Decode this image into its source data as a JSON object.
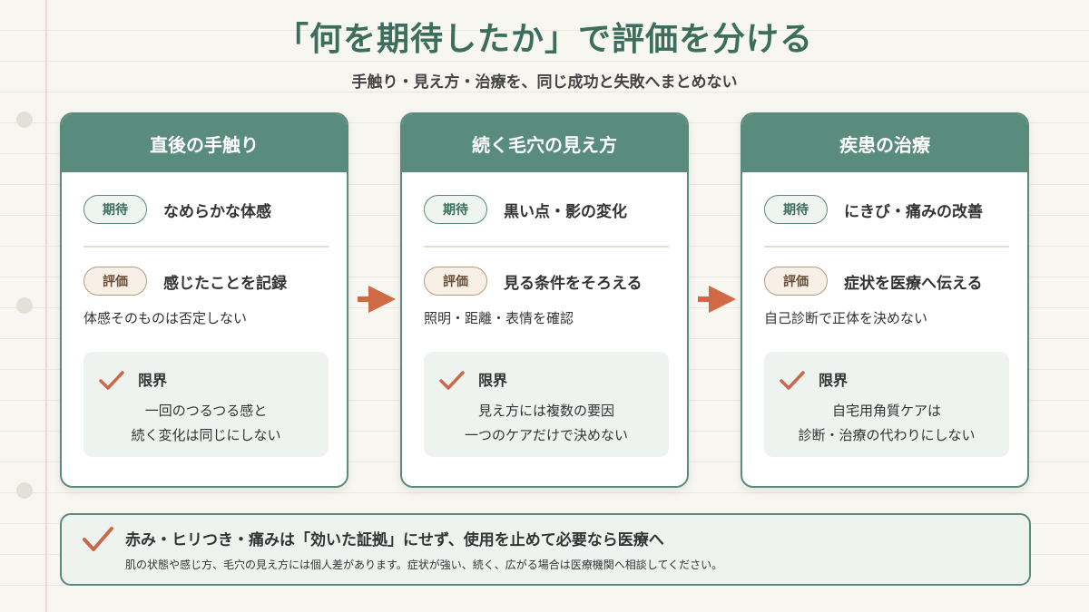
{
  "header": {
    "title": "「何を期待したか」で評価を分ける",
    "subtitle": "手触り・見え方・治療を、同じ成功と失敗へまとめない"
  },
  "cards": [
    {
      "title": "直後の手触り",
      "expect_label": "期待",
      "expect_text": "なめらかな体感",
      "eval_label": "評価",
      "eval_text": "感じたことを記録",
      "eval_note": "体感そのものは否定しない",
      "limit_title": "限界",
      "limit_lines": [
        "一回のつるつる感と",
        "続く変化は同じにしない"
      ]
    },
    {
      "title": "続く毛穴の見え方",
      "expect_label": "期待",
      "expect_text": "黒い点・影の変化",
      "eval_label": "評価",
      "eval_text": "見る条件をそろえる",
      "eval_note": "照明・距離・表情を確認",
      "limit_title": "限界",
      "limit_lines": [
        "見え方には複数の要因",
        "一つのケアだけで決めない"
      ]
    },
    {
      "title": "疾患の治療",
      "expect_label": "期待",
      "expect_text": "にきび・痛みの改善",
      "eval_label": "評価",
      "eval_text": "症状を医療へ伝える",
      "eval_note": "自己診断で正体を決めない",
      "limit_title": "限界",
      "limit_lines": [
        "自宅用角質ケアは",
        "診断・治療の代わりにしない"
      ]
    }
  ],
  "bottom": {
    "title": "赤み・ヒリつき・痛みは「効いた証拠」にせず、使用を止めて必要なら医療へ",
    "description": "肌の状態や感じ方、毛穴の見え方には個人差があります。症状が強い、続く、広がる場合は医療機関へ相談してください。"
  },
  "colors": {
    "accent_green": "#5a8c7e",
    "title_green": "#3c6e5e",
    "arrow_orange": "#cf6a45",
    "check_orange": "#c8694a"
  },
  "icons": {
    "arrow": "right-arrow-icon",
    "check": "checkmark-icon"
  }
}
